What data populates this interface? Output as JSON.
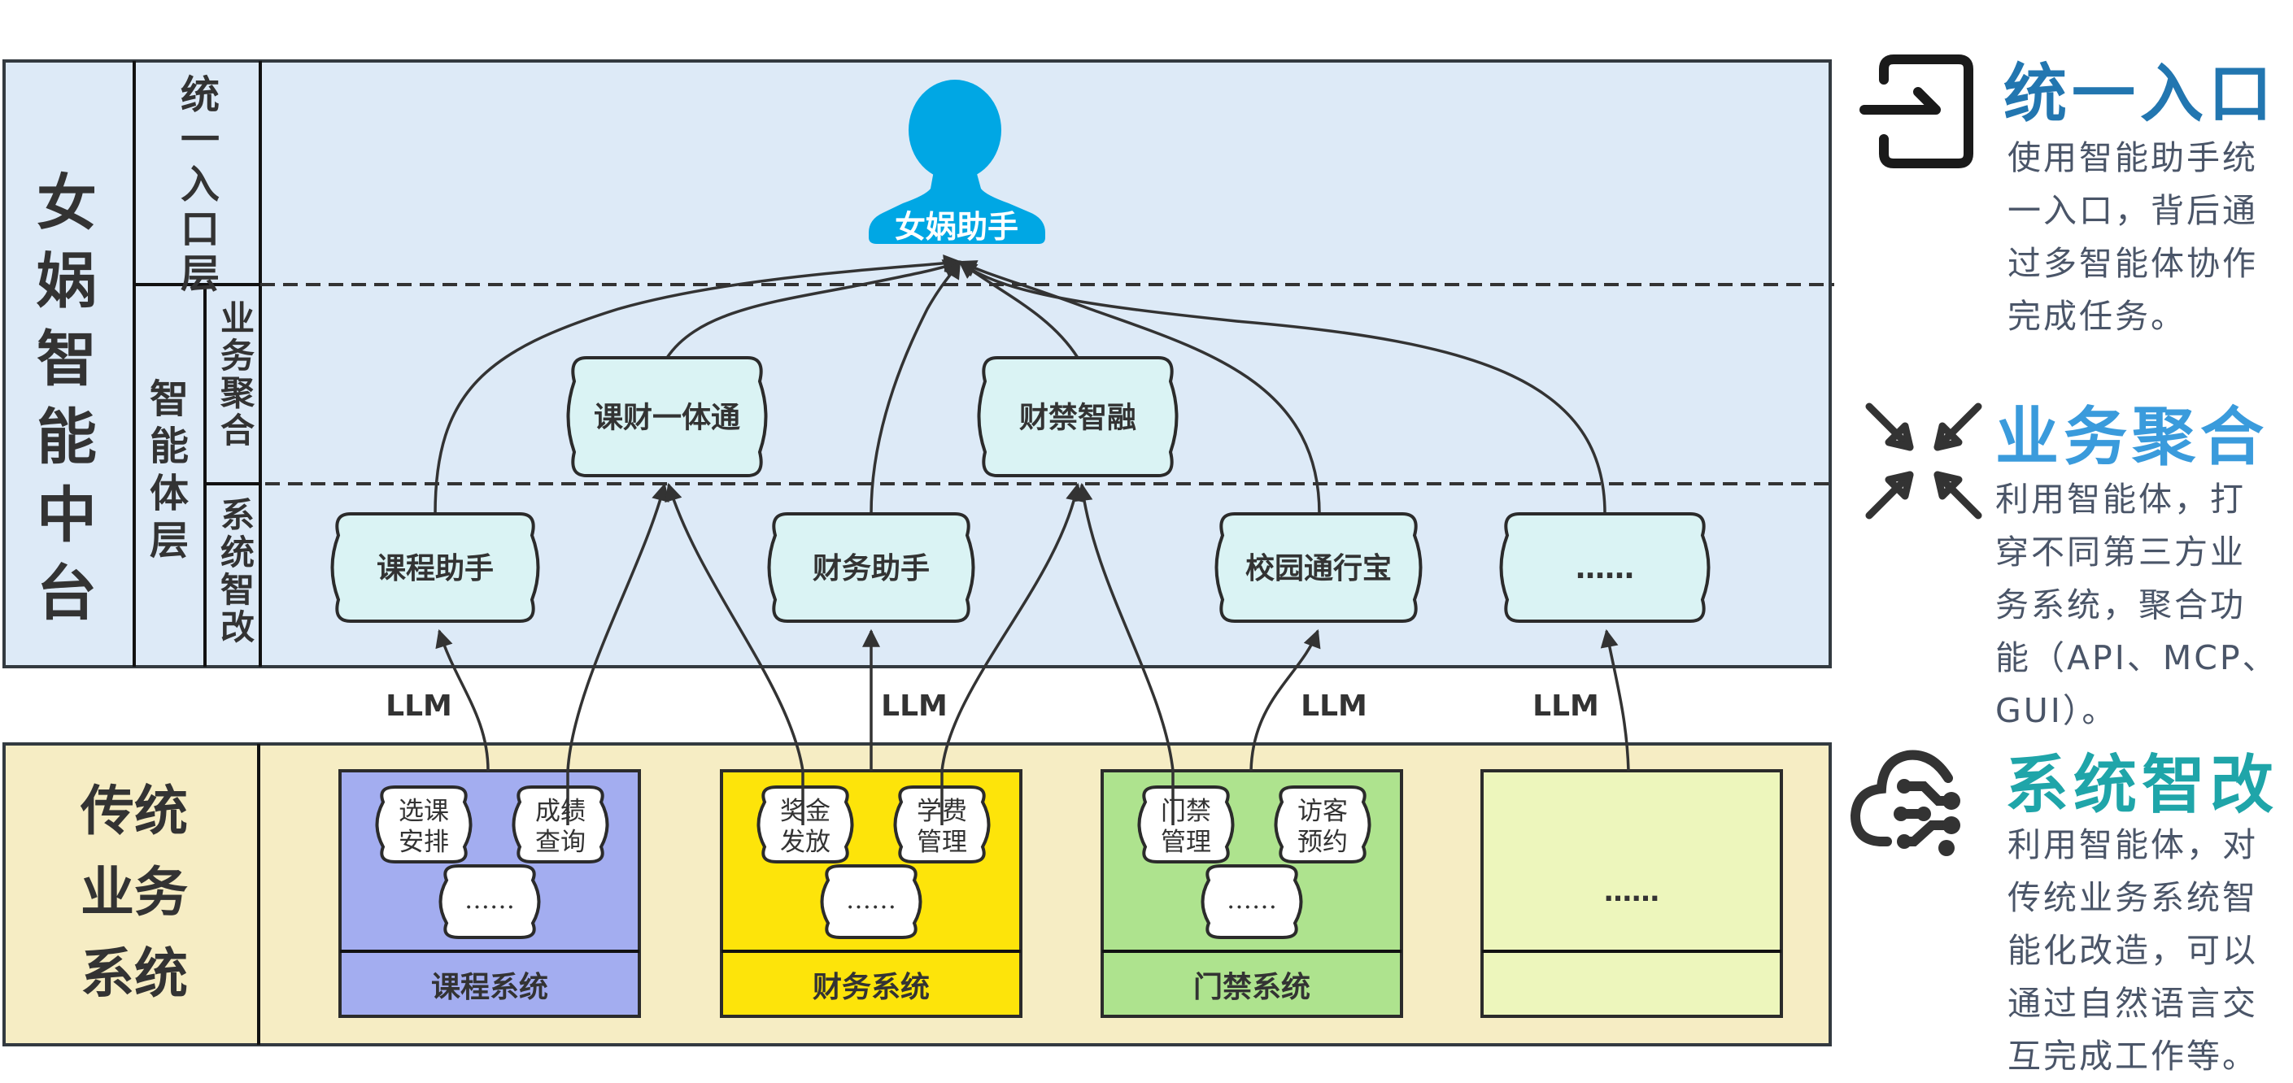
{
  "platform": {
    "title": "女娲智能中台",
    "layers": {
      "entry": "统一入口层",
      "agent": "智能体层",
      "aggregation": "业务聚合",
      "system_upgrade": "系统智改"
    },
    "assistant": {
      "label": "女娲助手",
      "icon": "person-avatar-icon",
      "color": "#00A7E4"
    },
    "aggregate_agents": [
      "课财一体通",
      "财禁智融"
    ],
    "agents": [
      "课程助手",
      "财务助手",
      "校园通行宝",
      "……"
    ],
    "colors": {
      "panel": "#DDEAF7",
      "node": "#DAF3F4"
    }
  },
  "llm_labels": [
    "LLM",
    "LLM",
    "LLM",
    "LLM"
  ],
  "legacy": {
    "title": "传统业务系统",
    "title_lines": [
      "传统",
      "业务",
      "系统"
    ],
    "color": "#F6EDC4",
    "systems": [
      {
        "name": "课程系统",
        "color": "#A3ADF0",
        "functions": [
          "选课\n安排",
          "成绩\n查询",
          "……"
        ]
      },
      {
        "name": "财务系统",
        "color": "#FDE40A",
        "functions": [
          "奖金\n发放",
          "学费\n管理",
          "……"
        ]
      },
      {
        "name": "门禁系统",
        "color": "#AEE38E",
        "functions": [
          "门禁\n管理",
          "访客\n预约",
          "……"
        ]
      },
      {
        "name": "",
        "color": "#EDF6BC",
        "placeholder": "……"
      }
    ]
  },
  "features": [
    {
      "title": "统一入口",
      "icon": "login-entry-icon",
      "color": "#2276B0",
      "description": "使用智能助手统\n一入口，背后通\n过多智能体协作\n完成任务。"
    },
    {
      "title": "业务聚合",
      "icon": "collapse-arrows-icon",
      "color": "#3A9BDC",
      "description": "利用智能体，打\n穿不同第三方业\n务系统，聚合功\n能（API、MCP、\nGUI）。"
    },
    {
      "title": "系统智改",
      "icon": "cloud-circuit-icon",
      "color": "#1FA5A9",
      "description": "利用智能体，对\n传统业务系统智\n能化改造，可以\n通过自然语言交\n互完成工作等。"
    }
  ]
}
